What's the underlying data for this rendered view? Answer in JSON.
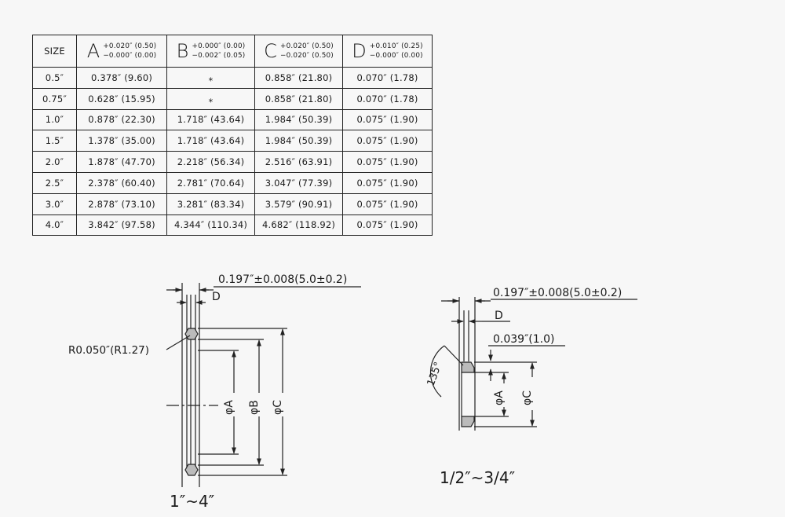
{
  "table": {
    "size_header": "SIZE",
    "columns": [
      {
        "letter": "A",
        "tol_plus": "+0.020″ (0.50)",
        "tol_minus": "−0.000″ (0.00)"
      },
      {
        "letter": "B",
        "tol_plus": "+0.000″ (0.00)",
        "tol_minus": "−0.002″ (0.05)"
      },
      {
        "letter": "C",
        "tol_plus": "+0.020″ (0.50)",
        "tol_minus": "−0.020″ (0.50)"
      },
      {
        "letter": "D",
        "tol_plus": "+0.010″ (0.25)",
        "tol_minus": "−0.000″ (0.00)"
      }
    ],
    "rows": [
      {
        "size": "0.5″",
        "a": "0.378″ (9.60)",
        "b": "⁎",
        "c": "0.858″ (21.80)",
        "d": "0.070″ (1.78)"
      },
      {
        "size": "0.75″",
        "a": "0.628″ (15.95)",
        "b": "⁎",
        "c": "0.858″ (21.80)",
        "d": "0.070″ (1.78)"
      },
      {
        "size": "1.0″",
        "a": "0.878″ (22.30)",
        "b": "1.718″ (43.64)",
        "c": "1.984″ (50.39)",
        "d": "0.075″ (1.90)"
      },
      {
        "size": "1.5″",
        "a": "1.378″ (35.00)",
        "b": "1.718″ (43.64)",
        "c": "1.984″ (50.39)",
        "d": "0.075″ (1.90)"
      },
      {
        "size": "2.0″",
        "a": "1.878″ (47.70)",
        "b": "2.218″ (56.34)",
        "c": "2.516″ (63.91)",
        "d": "0.075″ (1.90)"
      },
      {
        "size": "2.5″",
        "a": "2.378″ (60.40)",
        "b": "2.781″ (70.64)",
        "c": "3.047″ (77.39)",
        "d": "0.075″ (1.90)"
      },
      {
        "size": "3.0″",
        "a": "2.878″ (73.10)",
        "b": "3.281″ (83.34)",
        "c": "3.579″ (90.91)",
        "d": "0.075″ (1.90)"
      },
      {
        "size": "4.0″",
        "a": "3.842″ (97.58)",
        "b": "4.344″ (110.34)",
        "c": "4.682″ (118.92)",
        "d": "0.075″ (1.90)"
      }
    ]
  },
  "drawing_large": {
    "thickness_label": "0.197″±0.008(5.0±0.2)",
    "d_label": "D",
    "radius_label": "R0.050″(R1.27)",
    "dia_a": "φA",
    "dia_b": "φB",
    "dia_c": "φC",
    "caption": "1″~4″"
  },
  "drawing_small": {
    "thickness_label": "0.197″±0.008(5.0±0.2)",
    "d_label": "D",
    "step_label": "0.039″(1.0)",
    "angle_label": "135°",
    "dia_a": "φA",
    "dia_c": "φC",
    "caption": "1/2″~3/4″"
  }
}
